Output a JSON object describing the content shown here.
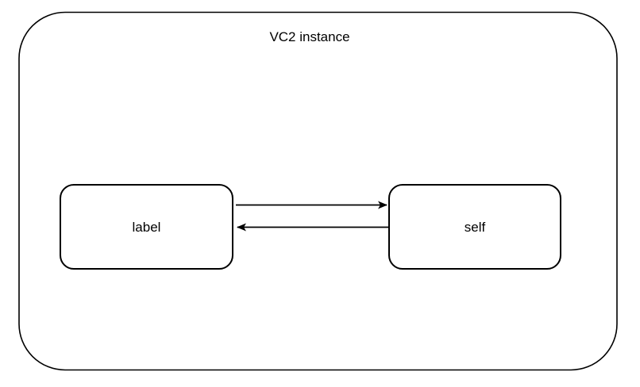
{
  "diagram": {
    "title": "VC2 instance",
    "colors": {
      "stroke": "#000000",
      "fill": "#ffffff",
      "background": "#ffffff",
      "text": "#000000"
    },
    "nodes": [
      {
        "id": "label",
        "label": "label"
      },
      {
        "id": "self",
        "label": "self"
      }
    ],
    "edges": [
      {
        "from": "label",
        "to": "self",
        "style": "arrow-right"
      },
      {
        "from": "self",
        "to": "label",
        "style": "arrow-left"
      }
    ]
  }
}
